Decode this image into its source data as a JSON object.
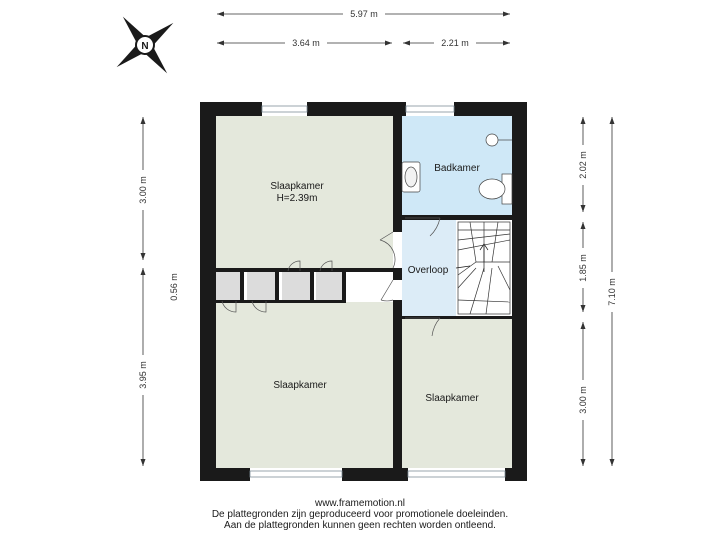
{
  "colors": {
    "wall": "#1a1a1a",
    "bedroom_fill": "#e4e8dc",
    "bathroom_fill": "#cfe8f7",
    "landing_fill": "#dcecf7",
    "closet_fill": "#dcdcdc",
    "window": "#b9c7cf"
  },
  "dimensions": {
    "total_width": "5.97 m",
    "left_width": "3.64 m",
    "right_width": "2.21 m",
    "left_top": "3.00 m",
    "left_middle": "0.56 m",
    "left_bottom": "3.95 m",
    "right_top": "2.02 m",
    "right_middle": "1.85 m",
    "right_bottom": "3.00 m",
    "total_height": "7.10 m"
  },
  "rooms": {
    "bedroom_top_name": "Slaapkamer",
    "bedroom_top_height": "H=2.39m",
    "bathroom": "Badkamer",
    "landing": "Overloop",
    "bedroom_bottom_left": "Slaapkamer",
    "bedroom_bottom_right": "Slaapkamer"
  },
  "compass": {
    "letter": "N",
    "icon": "compass-north-icon"
  },
  "footer": {
    "website": "www.framemotion.nl",
    "line1": "De plattegronden zijn geproduceerd voor promotionele doeleinden.",
    "line2": "Aan de plattegronden kunnen geen rechten worden ontleend."
  }
}
